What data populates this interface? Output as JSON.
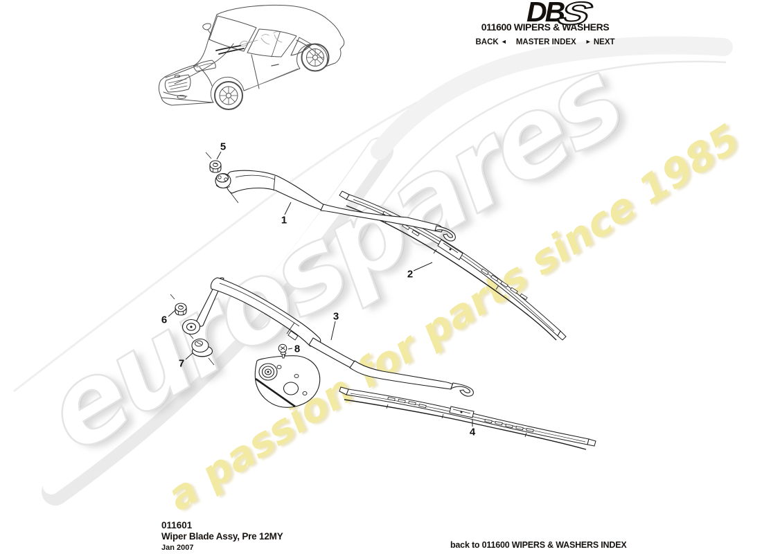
{
  "header": {
    "logo_db": "DB",
    "logo_s": "S",
    "section_title": "011600 WIPERS & WASHERS",
    "nav": {
      "back_label": "BACK",
      "back_arrow": "◄",
      "master_index_label": "MASTER INDEX",
      "next_arrow": "►",
      "next_label": "NEXT"
    }
  },
  "watermark": {
    "brand": "eurospares",
    "tagline": "a passion for parts since 1985",
    "brand_color": "#e4e4e4",
    "tagline_color": "#f2e9a3"
  },
  "diagram": {
    "description": "Wiper blade and arm exploded parts diagram",
    "callouts": [
      {
        "label": "1"
      },
      {
        "label": "2"
      },
      {
        "label": "3"
      },
      {
        "label": "4"
      },
      {
        "label": "5"
      },
      {
        "label": "6"
      },
      {
        "label": "7"
      },
      {
        "label": "8"
      }
    ]
  },
  "footer": {
    "doc_code": "011601",
    "doc_title": "Wiper Blade Assy, Pre 12MY",
    "doc_date": "Jan 2007",
    "back_link": "back to 011600 WIPERS & WASHERS INDEX"
  }
}
